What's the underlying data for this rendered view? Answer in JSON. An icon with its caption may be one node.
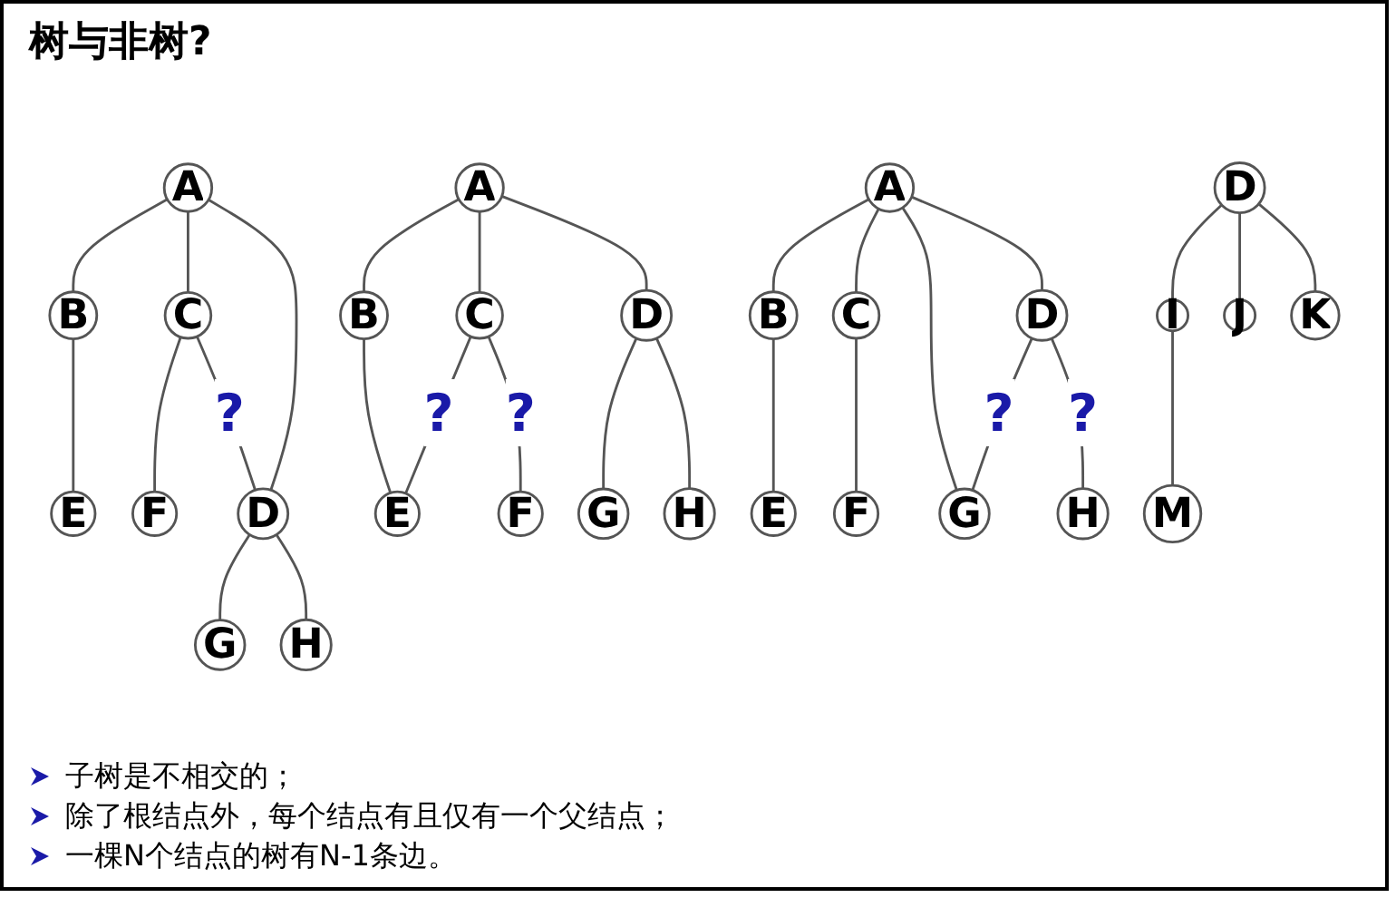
{
  "diagram": {
    "title": "树与非树?",
    "nodes": [
      {
        "text": [
          "A"
        ]
      },
      {
        "text": [
          "B"
        ]
      },
      {
        "text": [
          "C"
        ]
      },
      {
        "text": [
          "D"
        ]
      },
      {
        "text": [
          "E"
        ]
      },
      {
        "text": [
          "F"
        ]
      },
      {
        "text": [
          "G"
        ]
      },
      {
        "text": [
          "H"
        ]
      },
      {
        "text": [
          "A"
        ]
      },
      {
        "text": [
          "B"
        ]
      },
      {
        "text": [
          "C"
        ]
      },
      {
        "text": [
          "D"
        ]
      },
      {
        "text": [
          "E"
        ]
      },
      {
        "text": [
          "F"
        ]
      },
      {
        "text": [
          "G"
        ]
      },
      {
        "text": [
          "H"
        ]
      },
      {
        "text": [
          "A"
        ]
      },
      {
        "text": [
          "B"
        ]
      },
      {
        "text": [
          "C"
        ]
      },
      {
        "text": [
          "D"
        ]
      },
      {
        "text": [
          "E"
        ]
      },
      {
        "text": [
          "F"
        ]
      },
      {
        "text": [
          "G"
        ]
      },
      {
        "text": [
          "H"
        ]
      },
      {
        "text": [
          "D"
        ]
      },
      {
        "text": [
          "I"
        ]
      },
      {
        "text": [
          "J"
        ]
      },
      {
        "text": [
          "K"
        ]
      },
      {
        "text": [
          "M"
        ]
      }
    ],
    "edges": [
      {
        "from": 0,
        "to": 1,
        "arrow": "none"
      },
      {
        "from": 0,
        "to": 2,
        "arrow": "none"
      },
      {
        "from": 0,
        "to": 3,
        "arrow": "none"
      },
      {
        "from": 1,
        "to": 4,
        "arrow": "none"
      },
      {
        "from": 2,
        "to": 5,
        "arrow": "none"
      },
      {
        "from": 2,
        "to": 3,
        "arrow": "none",
        "label": "?"
      },
      {
        "from": 3,
        "to": 6,
        "arrow": "none"
      },
      {
        "from": 3,
        "to": 7,
        "arrow": "none"
      },
      {
        "from": 8,
        "to": 9,
        "arrow": "none"
      },
      {
        "from": 8,
        "to": 10,
        "arrow": "none"
      },
      {
        "from": 8,
        "to": 11,
        "arrow": "none"
      },
      {
        "from": 9,
        "to": 12,
        "arrow": "none"
      },
      {
        "from": 10,
        "to": 12,
        "arrow": "none",
        "label": "?"
      },
      {
        "from": 10,
        "to": 13,
        "arrow": "none",
        "label": "?"
      },
      {
        "from": 11,
        "to": 14,
        "arrow": "none"
      },
      {
        "from": 11,
        "to": 15,
        "arrow": "none"
      },
      {
        "from": 16,
        "to": 17,
        "arrow": "none"
      },
      {
        "from": 16,
        "to": 18,
        "arrow": "none"
      },
      {
        "from": 16,
        "to": 22,
        "arrow": "none"
      },
      {
        "from": 16,
        "to": 19,
        "arrow": "none"
      },
      {
        "from": 17,
        "to": 20,
        "arrow": "none"
      },
      {
        "from": 18,
        "to": 21,
        "arrow": "none"
      },
      {
        "from": 19,
        "to": 22,
        "arrow": "none",
        "label": "?"
      },
      {
        "from": 19,
        "to": 23,
        "arrow": "none",
        "label": "?"
      },
      {
        "from": 24,
        "to": 25,
        "arrow": "none"
      },
      {
        "from": 24,
        "to": 26,
        "arrow": "none"
      },
      {
        "from": 24,
        "to": 27,
        "arrow": "none"
      },
      {
        "from": 25,
        "to": 28,
        "arrow": "none"
      }
    ],
    "labels": [
      "子树是不相交的；",
      "除了根结点外，每个结点有且仅有一个父结点；",
      "一棵N个结点的树有N-1条边。"
    ]
  }
}
